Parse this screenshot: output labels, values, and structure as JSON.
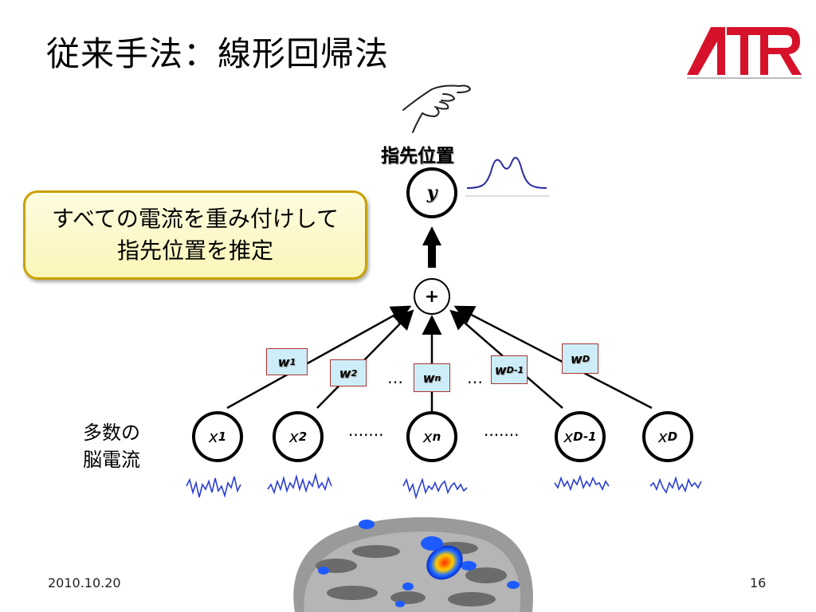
{
  "slide": {
    "title": "従来手法：線形回帰法",
    "logo_text": "ATR",
    "target_label": "指先位置",
    "output_symbol": "y",
    "sum_symbol": "+",
    "callout_lines": [
      "すべての電流を重み付けして",
      "指先位置を推定"
    ],
    "input_label_lines": [
      "多数の",
      "脳電流"
    ],
    "date": "2010.10.20",
    "page_number": "16",
    "ellipsis_short": "…",
    "ellipsis_long": "·······"
  },
  "inputs": [
    {
      "base": "x",
      "sub": "1"
    },
    {
      "base": "x",
      "sub": "2"
    },
    {
      "base": "x",
      "sub": "n"
    },
    {
      "base": "x",
      "sub": "D-1"
    },
    {
      "base": "x",
      "sub": "D"
    }
  ],
  "weights": [
    {
      "base": "w",
      "sub": "1"
    },
    {
      "base": "w",
      "sub": "2"
    },
    {
      "base": "w",
      "sub": "n"
    },
    {
      "base": "w",
      "sub": "D-1"
    },
    {
      "base": "w",
      "sub": "D"
    }
  ],
  "colors": {
    "logo_red": "#d6122a",
    "callout_border": "#c8a100",
    "callout_fill": "#fbf5b8",
    "weight_box_fill": "#cdeef8",
    "signal_blue": "#2b3fd6"
  },
  "icons": [
    "pointing-hand-icon",
    "bell-curve-icon",
    "brain-surface-icon"
  ]
}
